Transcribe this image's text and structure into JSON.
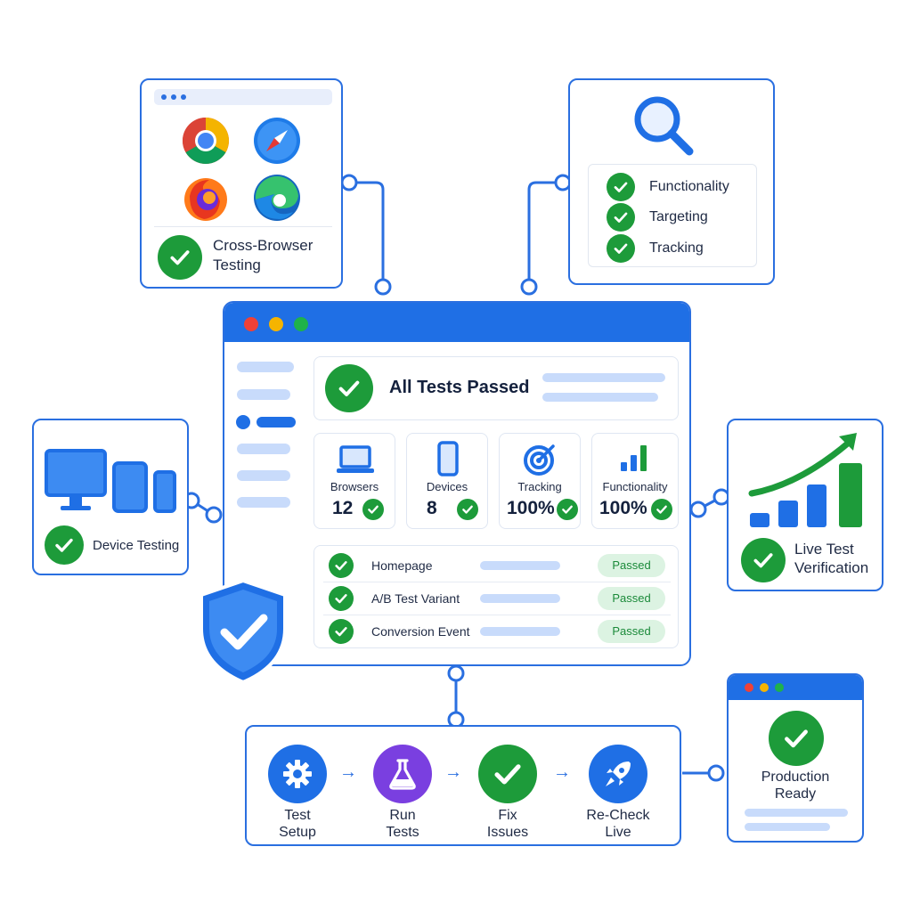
{
  "browser_card": {
    "label_line1": "Cross-Browser",
    "label_line2": "Testing",
    "browsers": [
      "chrome-icon",
      "safari-icon",
      "firefox-icon",
      "edge-icon"
    ]
  },
  "checks_card": {
    "items": [
      {
        "label": "Functionality"
      },
      {
        "label": "Targeting"
      },
      {
        "label": "Tracking"
      }
    ]
  },
  "device_card": {
    "label": "Device Testing"
  },
  "live_card": {
    "label_line1": "Live Test",
    "label_line2": "Verification"
  },
  "main": {
    "status_title": "All Tests Passed",
    "stats": [
      {
        "label": "Browsers",
        "value": "12",
        "icon": "laptop-icon"
      },
      {
        "label": "Devices",
        "value": "8",
        "icon": "phone-icon"
      },
      {
        "label": "Tracking",
        "value": "100%",
        "icon": "target-icon"
      },
      {
        "label": "Functionality",
        "value": "100%",
        "icon": "bar-chart-icon"
      }
    ],
    "results": [
      {
        "name": "Homepage",
        "status": "Passed"
      },
      {
        "name": "A/B Test Variant",
        "status": "Passed"
      },
      {
        "name": "Conversion Event",
        "status": "Passed"
      }
    ]
  },
  "process": {
    "steps": [
      {
        "line1": "Test",
        "line2": "Setup",
        "icon": "gear-icon"
      },
      {
        "line1": "Run",
        "line2": "Tests",
        "icon": "flask-icon"
      },
      {
        "line1": "Fix",
        "line2": "Issues",
        "icon": "check-icon"
      },
      {
        "line1": "Re-Check",
        "line2": "Live",
        "icon": "rocket-icon"
      }
    ],
    "arrow_glyph": "→"
  },
  "production_card": {
    "label_line1": "Production",
    "label_line2": "Ready"
  },
  "colors": {
    "primary_blue": "#1f6fe5",
    "success_green": "#1d9b3a",
    "badge_bg": "#dcf3e2",
    "purple": "#7a3fe0",
    "placeholder": "#c8dbfb"
  }
}
